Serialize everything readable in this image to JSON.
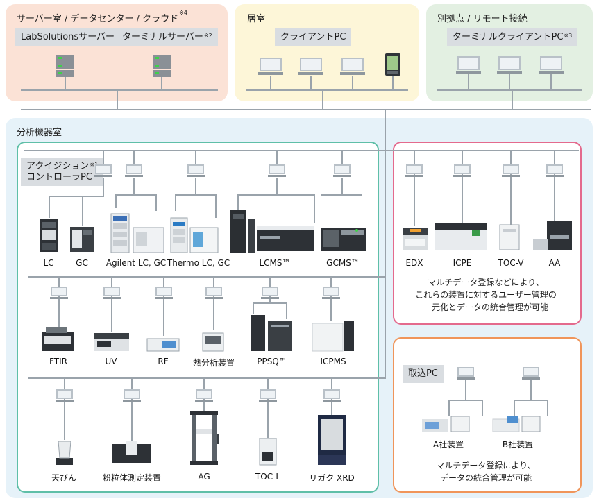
{
  "zones": {
    "server": {
      "title": "サーバー室 / データセンター / クラウド",
      "title_sup": "※4",
      "labels": [
        {
          "text": "LabSolutionsサーバー",
          "sup": ""
        },
        {
          "text": "ターミナルサーバー",
          "sup": "※2"
        }
      ]
    },
    "living": {
      "title": "居室",
      "label": "クライアントPC"
    },
    "remote": {
      "title": "別拠点 / リモート接続",
      "label": "ターミナルクライアントPC",
      "label_sup": "※3"
    },
    "lab": {
      "title": "分析機器室",
      "acq_label_line1": "アクイジション",
      "acq_label_sup": "※1",
      "acq_label_line2": "コントローラPC"
    },
    "intake": {
      "label": "取込PC"
    }
  },
  "devices": {
    "row1": [
      "LC",
      "GC",
      "Agilent LC, GC",
      "Thermo LC, GC",
      "LCMS™",
      "GCMS™"
    ],
    "row2": [
      "FTIR",
      "UV",
      "RF",
      "熱分析装置",
      "PPSQ™",
      "ICPMS"
    ],
    "row3": [
      "天びん",
      "粉粒体測定装置",
      "AG",
      "TOC-L",
      "リガク XRD"
    ],
    "pink": [
      "EDX",
      "ICPE",
      "TOC-V",
      "AA"
    ],
    "orange": [
      "A社装置",
      "B社装置"
    ]
  },
  "notes": {
    "pink": [
      "マルチデータ登録などにより、",
      "これらの装置に対するユーザー管理の",
      "一元化とデータの統合管理が可能"
    ],
    "orange": [
      "マルチデータ登録により、",
      "データの統合管理が可能"
    ]
  },
  "colors": {
    "server_bg": "#fbe2d6",
    "living_bg": "#fdf6d8",
    "remote_bg": "#e3f0e2",
    "lab_bg": "#e6f2f9",
    "lab_border": "#5fbfa8",
    "pink_border": "#e46a8d",
    "orange_border": "#f0955a",
    "line": "#9aa3ab"
  },
  "icons": {
    "pc": "monitor-icon",
    "server": "server-rack-icon",
    "tablet": "tablet-terminal-icon"
  }
}
